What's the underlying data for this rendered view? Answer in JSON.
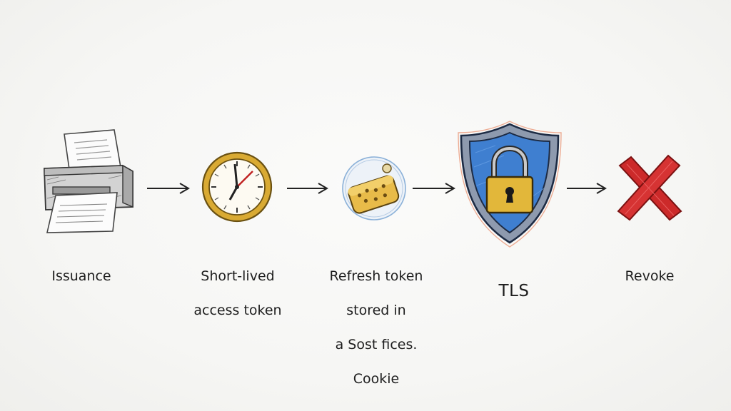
{
  "steps": [
    {
      "id": "issuance",
      "icon": "printer-icon",
      "label_lines": [
        "Issuance"
      ]
    },
    {
      "id": "short-lived",
      "icon": "clock-icon",
      "label_lines": [
        "Short-lived",
        "access token"
      ]
    },
    {
      "id": "refresh",
      "icon": "cookie-icon",
      "label_lines": [
        "Refresh token",
        "stored in",
        "a Sost fices.",
        "Cookie"
      ]
    },
    {
      "id": "tls",
      "icon": "shield-lock-icon",
      "label_lines": [
        "TLS"
      ]
    },
    {
      "id": "revoke",
      "icon": "red-x-icon",
      "label_lines": [
        "Revoke"
      ]
    }
  ],
  "colors": {
    "shield_blue": "#3f7fd0",
    "lock_gold": "#e2b73a",
    "x_red": "#cc2a2a",
    "clock_gold": "#d6a833",
    "ink": "#222222"
  }
}
